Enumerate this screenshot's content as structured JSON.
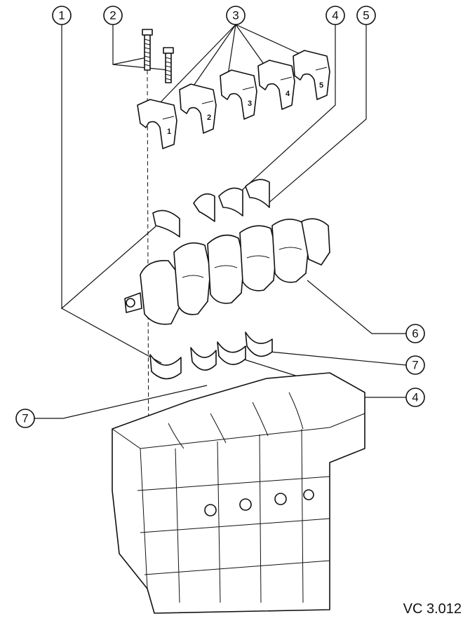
{
  "callouts": [
    {
      "id": "c1",
      "label": "1"
    },
    {
      "id": "c2",
      "label": "2"
    },
    {
      "id": "c3",
      "label": "3"
    },
    {
      "id": "c4a",
      "label": "4"
    },
    {
      "id": "c5",
      "label": "5"
    },
    {
      "id": "c6",
      "label": "6"
    },
    {
      "id": "c7a",
      "label": "7"
    },
    {
      "id": "c4b",
      "label": "4"
    },
    {
      "id": "c7b",
      "label": "7"
    }
  ],
  "bearing_caps": [
    {
      "label": "1"
    },
    {
      "label": "2"
    },
    {
      "label": "3"
    },
    {
      "label": "4"
    },
    {
      "label": "5"
    }
  ],
  "reference_code": "VC 3.012"
}
